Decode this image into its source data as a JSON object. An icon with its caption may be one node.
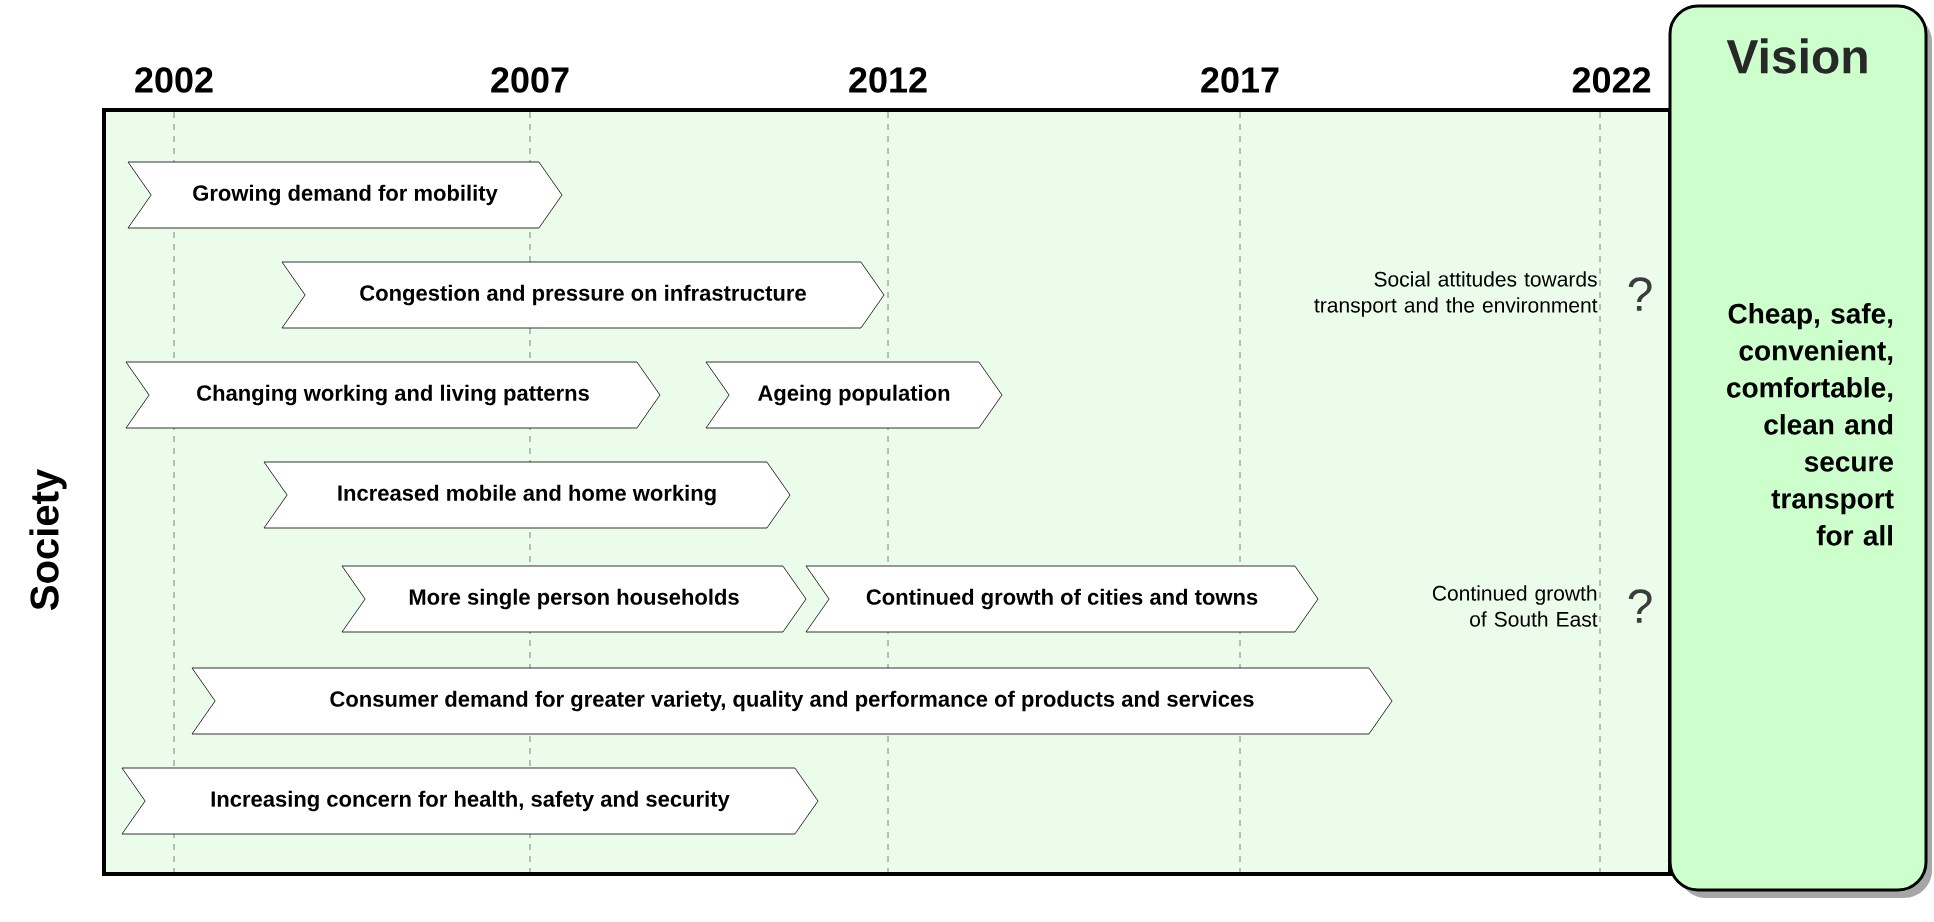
{
  "diagram": {
    "nodes": [
      {
        "text": [],
        "shape": "box"
      },
      {
        "text": [
          "Growing demand for mobility"
        ],
        "in": 0
      },
      {
        "text": [
          "Congestion and pressure on infrastructure"
        ],
        "in": 0
      },
      {
        "text": [
          "Changing working and living patterns"
        ],
        "in": 0
      },
      {
        "text": [
          "Ageing population"
        ],
        "in": 0
      },
      {
        "text": [
          "Increased mobile and home working"
        ],
        "in": 0
      },
      {
        "text": [
          "More single person households"
        ],
        "in": 0
      },
      {
        "text": [
          "Continued growth of cities and towns"
        ],
        "in": 0
      },
      {
        "text": [
          "Consumer demand for greater variety, quality and performance of products and services"
        ],
        "in": 0
      },
      {
        "text": [
          "Increasing concern for health, safety and security"
        ],
        "in": 0
      },
      {
        "text": [
          "Vision",
          "Cheap, safe, convenient, comfortable, clean and secure transport for all"
        ]
      }
    ],
    "labels": [
      "2002",
      "2007",
      "2012",
      "2017",
      "2022",
      "Society",
      "Social attitudes towards transport and the environment",
      "?",
      "Continued growth of South East",
      "?"
    ]
  }
}
